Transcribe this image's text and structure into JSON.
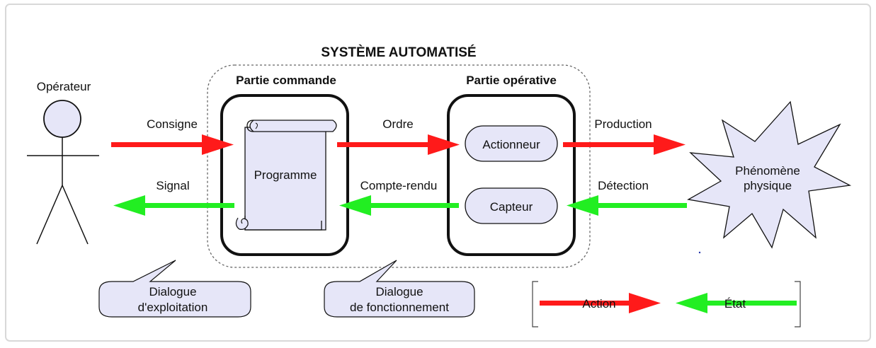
{
  "title": "SYSTÈME AUTOMATISÉ",
  "actors": {
    "operator": "Opérateur",
    "phenomenon_line1": "Phénomène",
    "phenomenon_line2": "physique"
  },
  "blocks": {
    "command": {
      "title": "Partie commande",
      "program": "Programme"
    },
    "operative": {
      "title": "Partie opérative",
      "actuator": "Actionneur",
      "sensor": "Capteur"
    }
  },
  "flows": {
    "consigne": "Consigne",
    "signal": "Signal",
    "ordre": "Ordre",
    "compte_rendu": "Compte-rendu",
    "production": "Production",
    "detection": "Détection"
  },
  "callouts": {
    "exploitation_line1": "Dialogue",
    "exploitation_line2": "d'exploitation",
    "fonctionnement_line1": "Dialogue",
    "fonctionnement_line2": "de fonctionnement"
  },
  "legend": {
    "action": "Action",
    "etat": "État"
  },
  "colors": {
    "action": "#ff1a1a",
    "etat": "#22ee22",
    "fill": "#e6e6f8",
    "stroke": "#111111"
  }
}
